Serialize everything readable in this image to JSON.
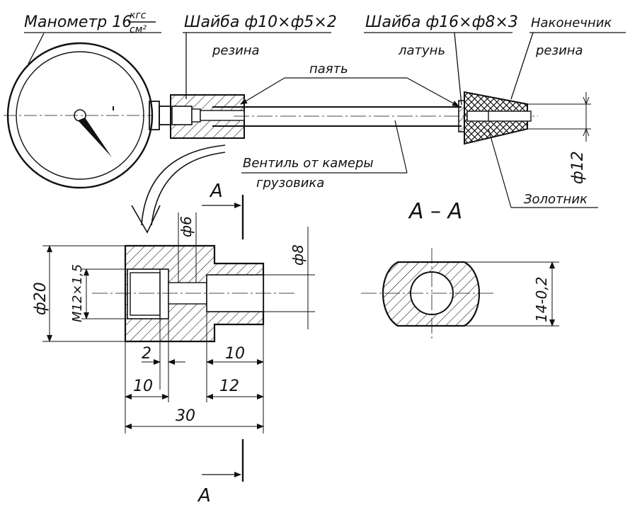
{
  "labels": {
    "gauge": "Манометр 16",
    "gauge_unit_num": "кгс",
    "gauge_unit_den": "см²",
    "washer1": "Шайба ф10×ф5×2",
    "washer1_mat": "резина",
    "washer2": "Шайба ф16×ф8×3",
    "washer2_mat": "латунь",
    "tip": "Наконечник",
    "tip_mat": "резина",
    "solder": "паять",
    "valve_line1": "Вентиль от камеры",
    "valve_line2": "грузовика",
    "spool": "Золотник",
    "section_title": "А – А",
    "section_mark": "А"
  },
  "dims": {
    "d12": "ф12",
    "d6": "ф6",
    "d8": "ф8",
    "d20": "ф20",
    "thread": "М12×1,5",
    "l2": "2",
    "l10a": "10",
    "l10b": "10",
    "l12": "12",
    "l30": "30",
    "flat": "14-0,2"
  }
}
